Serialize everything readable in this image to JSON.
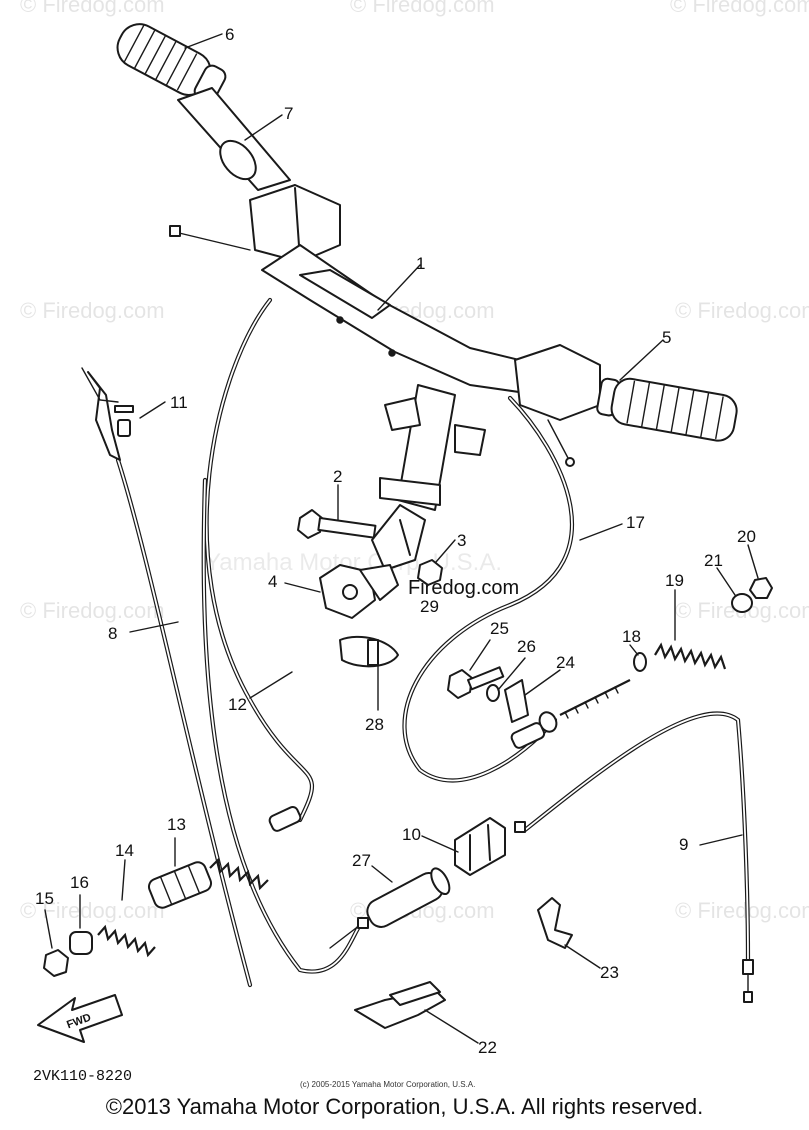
{
  "callouts": [
    {
      "id": "c1",
      "label": "1"
    },
    {
      "id": "c2",
      "label": "2"
    },
    {
      "id": "c3",
      "label": "3"
    },
    {
      "id": "c4",
      "label": "4"
    },
    {
      "id": "c5",
      "label": "5"
    },
    {
      "id": "c6",
      "label": "6"
    },
    {
      "id": "c7",
      "label": "7"
    },
    {
      "id": "c8",
      "label": "8"
    },
    {
      "id": "c9",
      "label": "9"
    },
    {
      "id": "c10",
      "label": "10"
    },
    {
      "id": "c11",
      "label": "11"
    },
    {
      "id": "c12",
      "label": "12"
    },
    {
      "id": "c13",
      "label": "13"
    },
    {
      "id": "c14",
      "label": "14"
    },
    {
      "id": "c15",
      "label": "15"
    },
    {
      "id": "c16",
      "label": "16"
    },
    {
      "id": "c17",
      "label": "17"
    },
    {
      "id": "c18",
      "label": "18"
    },
    {
      "id": "c19",
      "label": "19"
    },
    {
      "id": "c20",
      "label": "20"
    },
    {
      "id": "c21",
      "label": "21"
    },
    {
      "id": "c22",
      "label": "22"
    },
    {
      "id": "c23",
      "label": "23"
    },
    {
      "id": "c24",
      "label": "24"
    },
    {
      "id": "c25",
      "label": "25"
    },
    {
      "id": "c26",
      "label": "26"
    },
    {
      "id": "c27",
      "label": "27"
    },
    {
      "id": "c28",
      "label": "28"
    },
    {
      "id": "c29",
      "label": "29"
    }
  ],
  "watermarks": {
    "firedog": "© Firedog.com",
    "firedog_small": "Firedog.com",
    "yamaha": "Yamaha Motor Corp. U.S.A."
  },
  "fwd_label": "FWD",
  "drawing_code": "2VK110-8220",
  "fine_print": "(c) 2005-2015 Yamaha Motor Corporation, U.S.A.",
  "copyright": "©2013 Yamaha Motor Corporation, U.S.A. All rights reserved."
}
